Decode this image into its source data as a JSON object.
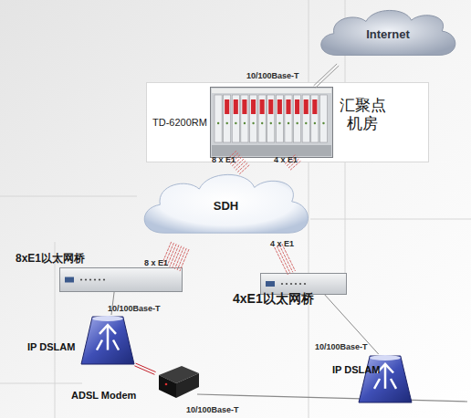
{
  "diagram": {
    "nodes": [
      {
        "text": [
          "Internet"
        ]
      },
      {
        "text": [
          "汇聚点机房"
        ]
      },
      {
        "text": [
          "TD-6200RM"
        ],
        "in": 1
      },
      {
        "text": [
          "SDH"
        ]
      },
      {
        "text": [
          "8xE1以太网桥"
        ]
      },
      {
        "text": [
          "4xE1以太网桥"
        ]
      },
      {
        "text": [
          "IP DSLAM"
        ]
      },
      {
        "text": [
          "ADSL Modem"
        ]
      },
      {
        "text": [
          "IP DSLAM"
        ]
      }
    ],
    "edges": [
      {
        "from": 2,
        "to": 0,
        "label": "10/100Base-T",
        "arrow": "none"
      },
      {
        "from": 2,
        "to": 3,
        "label": "8 x E1",
        "arrow": "none"
      },
      {
        "from": 2,
        "to": 3,
        "label": "4 x E1",
        "arrow": "none"
      },
      {
        "from": 3,
        "to": 4,
        "label": "8 x E1",
        "arrow": "none"
      },
      {
        "from": 3,
        "to": 5,
        "label": "4 x E1",
        "arrow": "none"
      },
      {
        "from": 4,
        "to": 6,
        "label": "10/100Base-T",
        "arrow": "none"
      },
      {
        "from": 6,
        "to": 7,
        "arrow": "none"
      },
      {
        "from": 5,
        "to": 8,
        "label": "10/100Base-T",
        "arrow": "none"
      }
    ],
    "labels": [
      "10/100Base-T"
    ]
  }
}
